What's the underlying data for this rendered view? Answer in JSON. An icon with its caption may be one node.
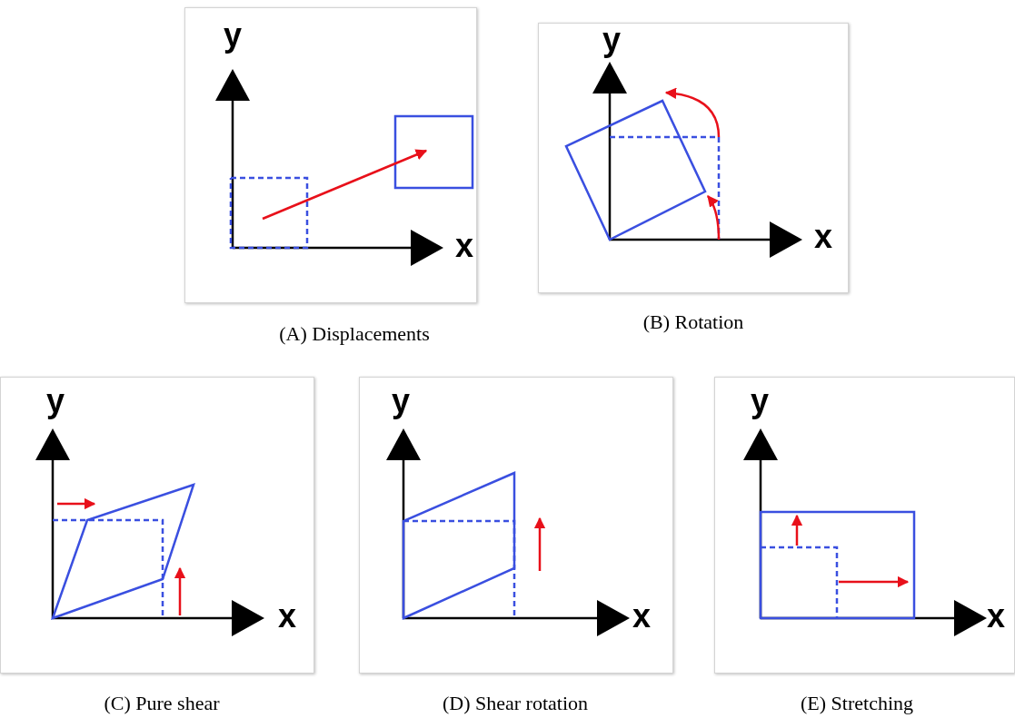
{
  "diagram": {
    "nodes": [
      {
        "text": [
          "y",
          "x"
        ],
        "beside": [
          "(A) Displacements"
        ]
      },
      {
        "text": [
          "y",
          "x"
        ],
        "beside": [
          "(B) Rotation"
        ]
      },
      {
        "text": [
          "y",
          "x"
        ],
        "beside": [
          "(C) Pure shear"
        ]
      },
      {
        "text": [
          "y",
          "x"
        ],
        "beside": [
          "(D) Shear rotation"
        ]
      },
      {
        "text": [
          "y",
          "x"
        ],
        "beside": [
          "(E) Stretching"
        ]
      }
    ]
  }
}
